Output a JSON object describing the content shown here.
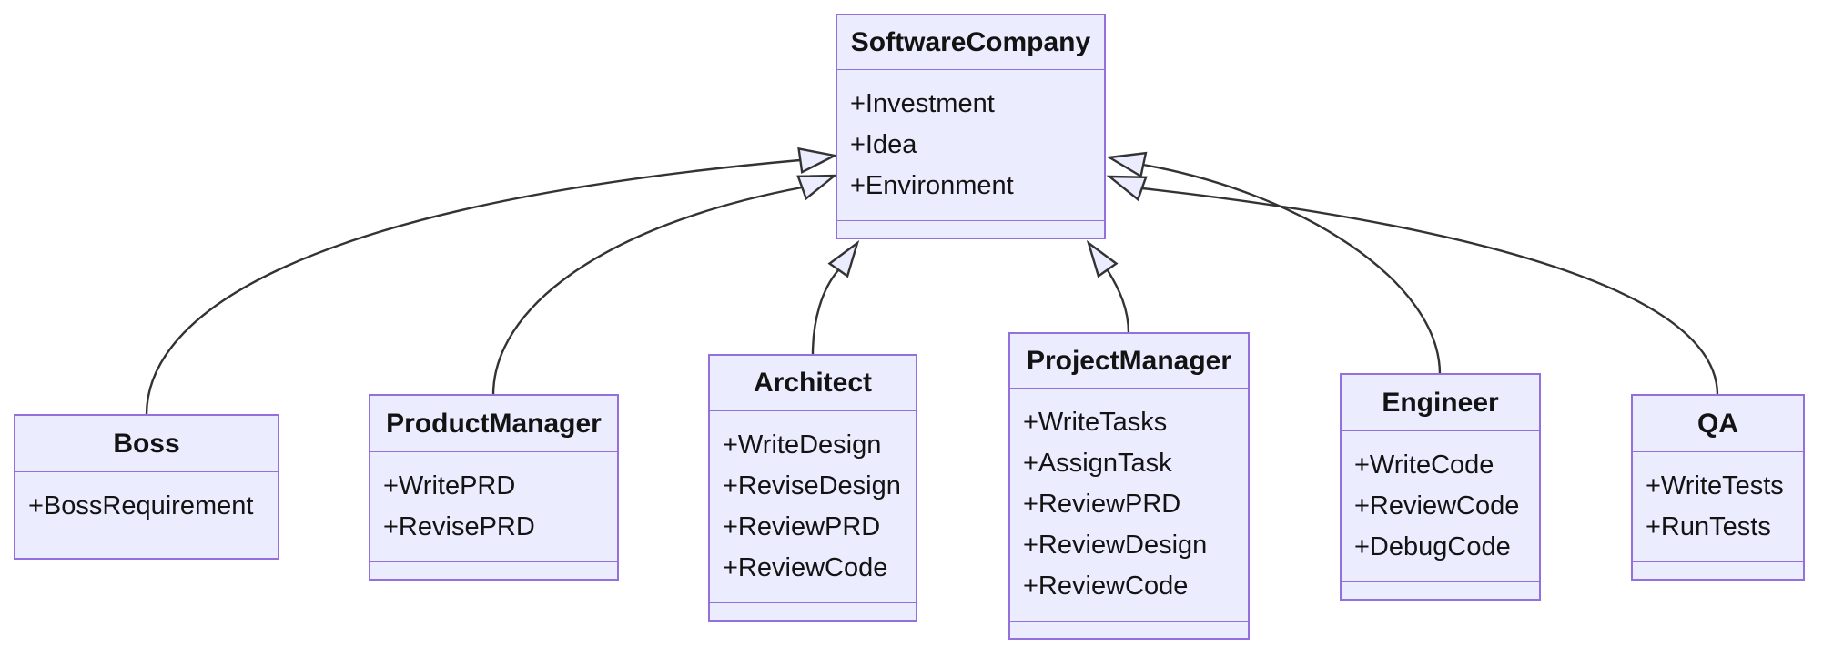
{
  "diagram": {
    "type": "uml-class-diagram",
    "classes": [
      {
        "name": "SoftwareCompany",
        "members": [
          "+Investment",
          "+Idea",
          "+Environment"
        ],
        "methods": []
      },
      {
        "name": "Boss",
        "members": [
          "+BossRequirement"
        ],
        "methods": []
      },
      {
        "name": "ProductManager",
        "members": [
          "+WritePRD",
          "+RevisePRD"
        ],
        "methods": []
      },
      {
        "name": "Architect",
        "members": [
          "+WriteDesign",
          "+ReviseDesign",
          "+ReviewPRD",
          "+ReviewCode"
        ],
        "methods": []
      },
      {
        "name": "ProjectManager",
        "members": [
          "+WriteTasks",
          "+AssignTask",
          "+ReviewPRD",
          "+ReviewDesign",
          "+ReviewCode"
        ],
        "methods": []
      },
      {
        "name": "Engineer",
        "members": [
          "+WriteCode",
          "+ReviewCode",
          "+DebugCode"
        ],
        "methods": []
      },
      {
        "name": "QA",
        "members": [
          "+WriteTests",
          "+RunTests"
        ],
        "methods": []
      }
    ],
    "relations": [
      {
        "from": "Boss",
        "to": "SoftwareCompany",
        "type": "inheritance"
      },
      {
        "from": "ProductManager",
        "to": "SoftwareCompany",
        "type": "inheritance"
      },
      {
        "from": "Architect",
        "to": "SoftwareCompany",
        "type": "inheritance"
      },
      {
        "from": "ProjectManager",
        "to": "SoftwareCompany",
        "type": "inheritance"
      },
      {
        "from": "Engineer",
        "to": "SoftwareCompany",
        "type": "inheritance"
      },
      {
        "from": "QA",
        "to": "SoftwareCompany",
        "type": "inheritance"
      }
    ],
    "colors": {
      "node_fill": "#ECECFF",
      "node_border": "#9370DB",
      "edge_stroke": "#333333",
      "text": "#131313",
      "background": "#FFFFFF"
    }
  }
}
